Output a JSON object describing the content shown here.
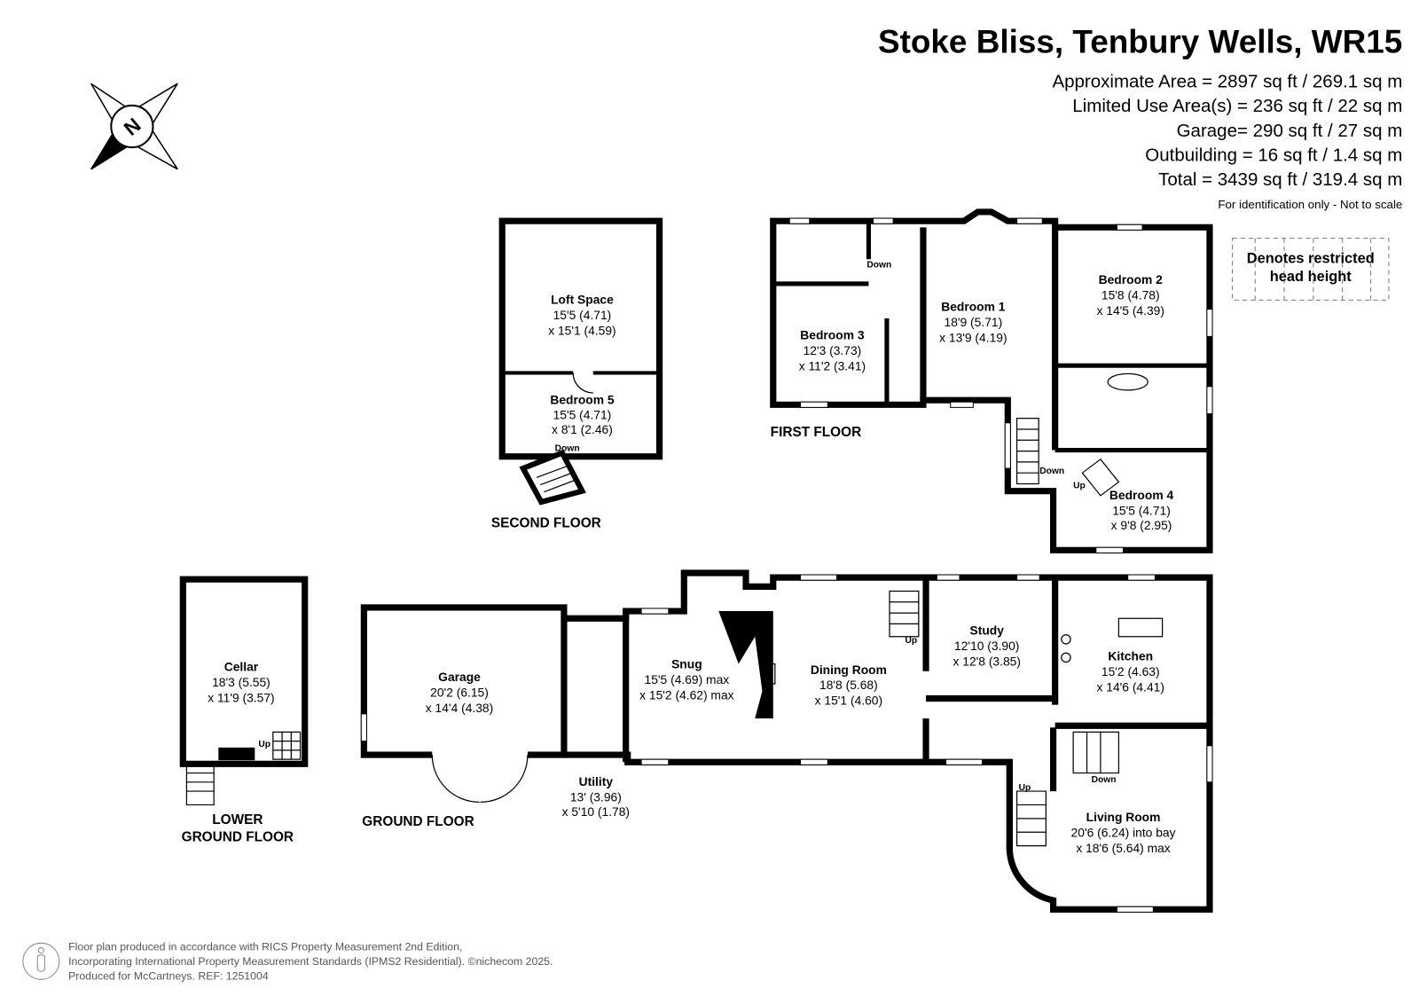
{
  "header": {
    "title": "Stoke Bliss, Tenbury Wells, WR15",
    "areas": [
      "Approximate Area = 2897 sq ft / 269.1 sq m",
      "Limited Use Area(s) = 236 sq ft / 22 sq m",
      "Garage= 290 sq ft / 27 sq m",
      "Outbuilding = 16 sq ft / 1.4 sq m",
      "Total = 3439 sq ft / 319.4 sq m"
    ],
    "note": "For identification only - Not to scale"
  },
  "legend": {
    "line1": "Denotes restricted",
    "line2": "head height"
  },
  "compass": {
    "label": "N"
  },
  "floors": {
    "second": "SECOND FLOOR",
    "first": "FIRST FLOOR",
    "ground": "GROUND FLOOR",
    "lower1": "LOWER",
    "lower2": "GROUND FLOOR"
  },
  "rooms": {
    "loft": {
      "name": "Loft Space",
      "d1": "15'5 (4.71)",
      "d2": "x 15'1 (4.59)"
    },
    "bed5": {
      "name": "Bedroom 5",
      "d1": "15'5 (4.71)",
      "d2": "x 8'1 (2.46)"
    },
    "bed1": {
      "name": "Bedroom 1",
      "d1": "18'9 (5.71)",
      "d2": "x 13'9 (4.19)"
    },
    "bed2": {
      "name": "Bedroom 2",
      "d1": "15'8 (4.78)",
      "d2": "x 14'5 (4.39)"
    },
    "bed3": {
      "name": "Bedroom 3",
      "d1": "12'3 (3.73)",
      "d2": "x 11'2 (3.41)"
    },
    "bed4": {
      "name": "Bedroom 4",
      "d1": "15'5 (4.71)",
      "d2": "x 9'8 (2.95)"
    },
    "cellar": {
      "name": "Cellar",
      "d1": "18'3 (5.55)",
      "d2": "x 11'9 (3.57)"
    },
    "garage": {
      "name": "Garage",
      "d1": "20'2 (6.15)",
      "d2": "x 14'4 (4.38)"
    },
    "utility": {
      "name": "Utility",
      "d1": "13' (3.96)",
      "d2": "x 5'10 (1.78)"
    },
    "snug": {
      "name": "Snug",
      "d1": "15'5 (4.69) max",
      "d2": "x 15'2 (4.62) max"
    },
    "dining": {
      "name": "Dining Room",
      "d1": "18'8 (5.68)",
      "d2": "x 15'1 (4.60)"
    },
    "study": {
      "name": "Study",
      "d1": "12'10 (3.90)",
      "d2": "x 12'8 (3.85)"
    },
    "kitchen": {
      "name": "Kitchen",
      "d1": "15'2 (4.63)",
      "d2": "x 14'6 (4.41)"
    },
    "living": {
      "name": "Living Room",
      "d1": "20'6 (6.24) into bay",
      "d2": "x 18'6 (5.64) max"
    }
  },
  "stairs": {
    "up": "Up",
    "down": "Down"
  },
  "footer": {
    "line1": "Floor plan produced in accordance with RICS Property Measurement 2nd Edition,",
    "line2": "Incorporating International Property Measurement Standards (IPMS2 Residential).   ©nichecom 2025.",
    "line3": "Produced for McCartneys.   REF: 1251004"
  }
}
